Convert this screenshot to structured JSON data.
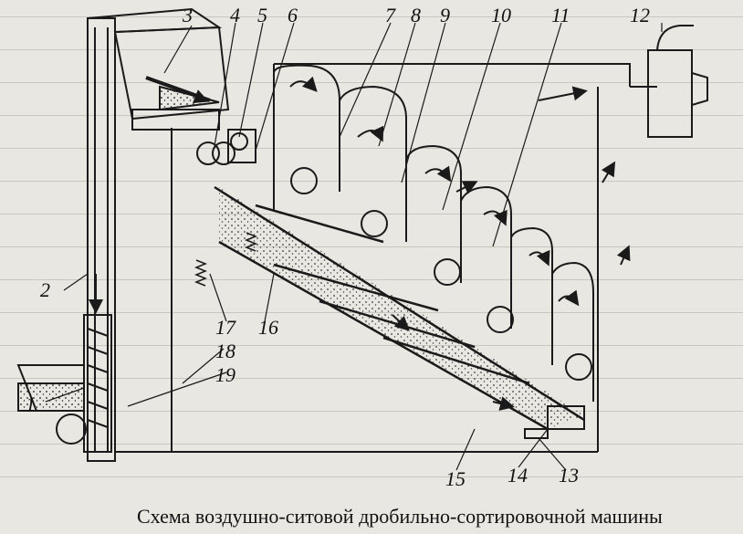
{
  "caption": "Схема воздушно-ситовой дробильно-сортировочной машины",
  "labels": [
    "1",
    "2",
    "3",
    "4",
    "5",
    "6",
    "7",
    "8",
    "9",
    "10",
    "11",
    "12",
    "13",
    "14",
    "15",
    "16",
    "17",
    "18",
    "19"
  ],
  "colors": {
    "ink": "#1a1a1a",
    "paper": "#e9e7e1",
    "bgtext": "#c9c6be"
  }
}
